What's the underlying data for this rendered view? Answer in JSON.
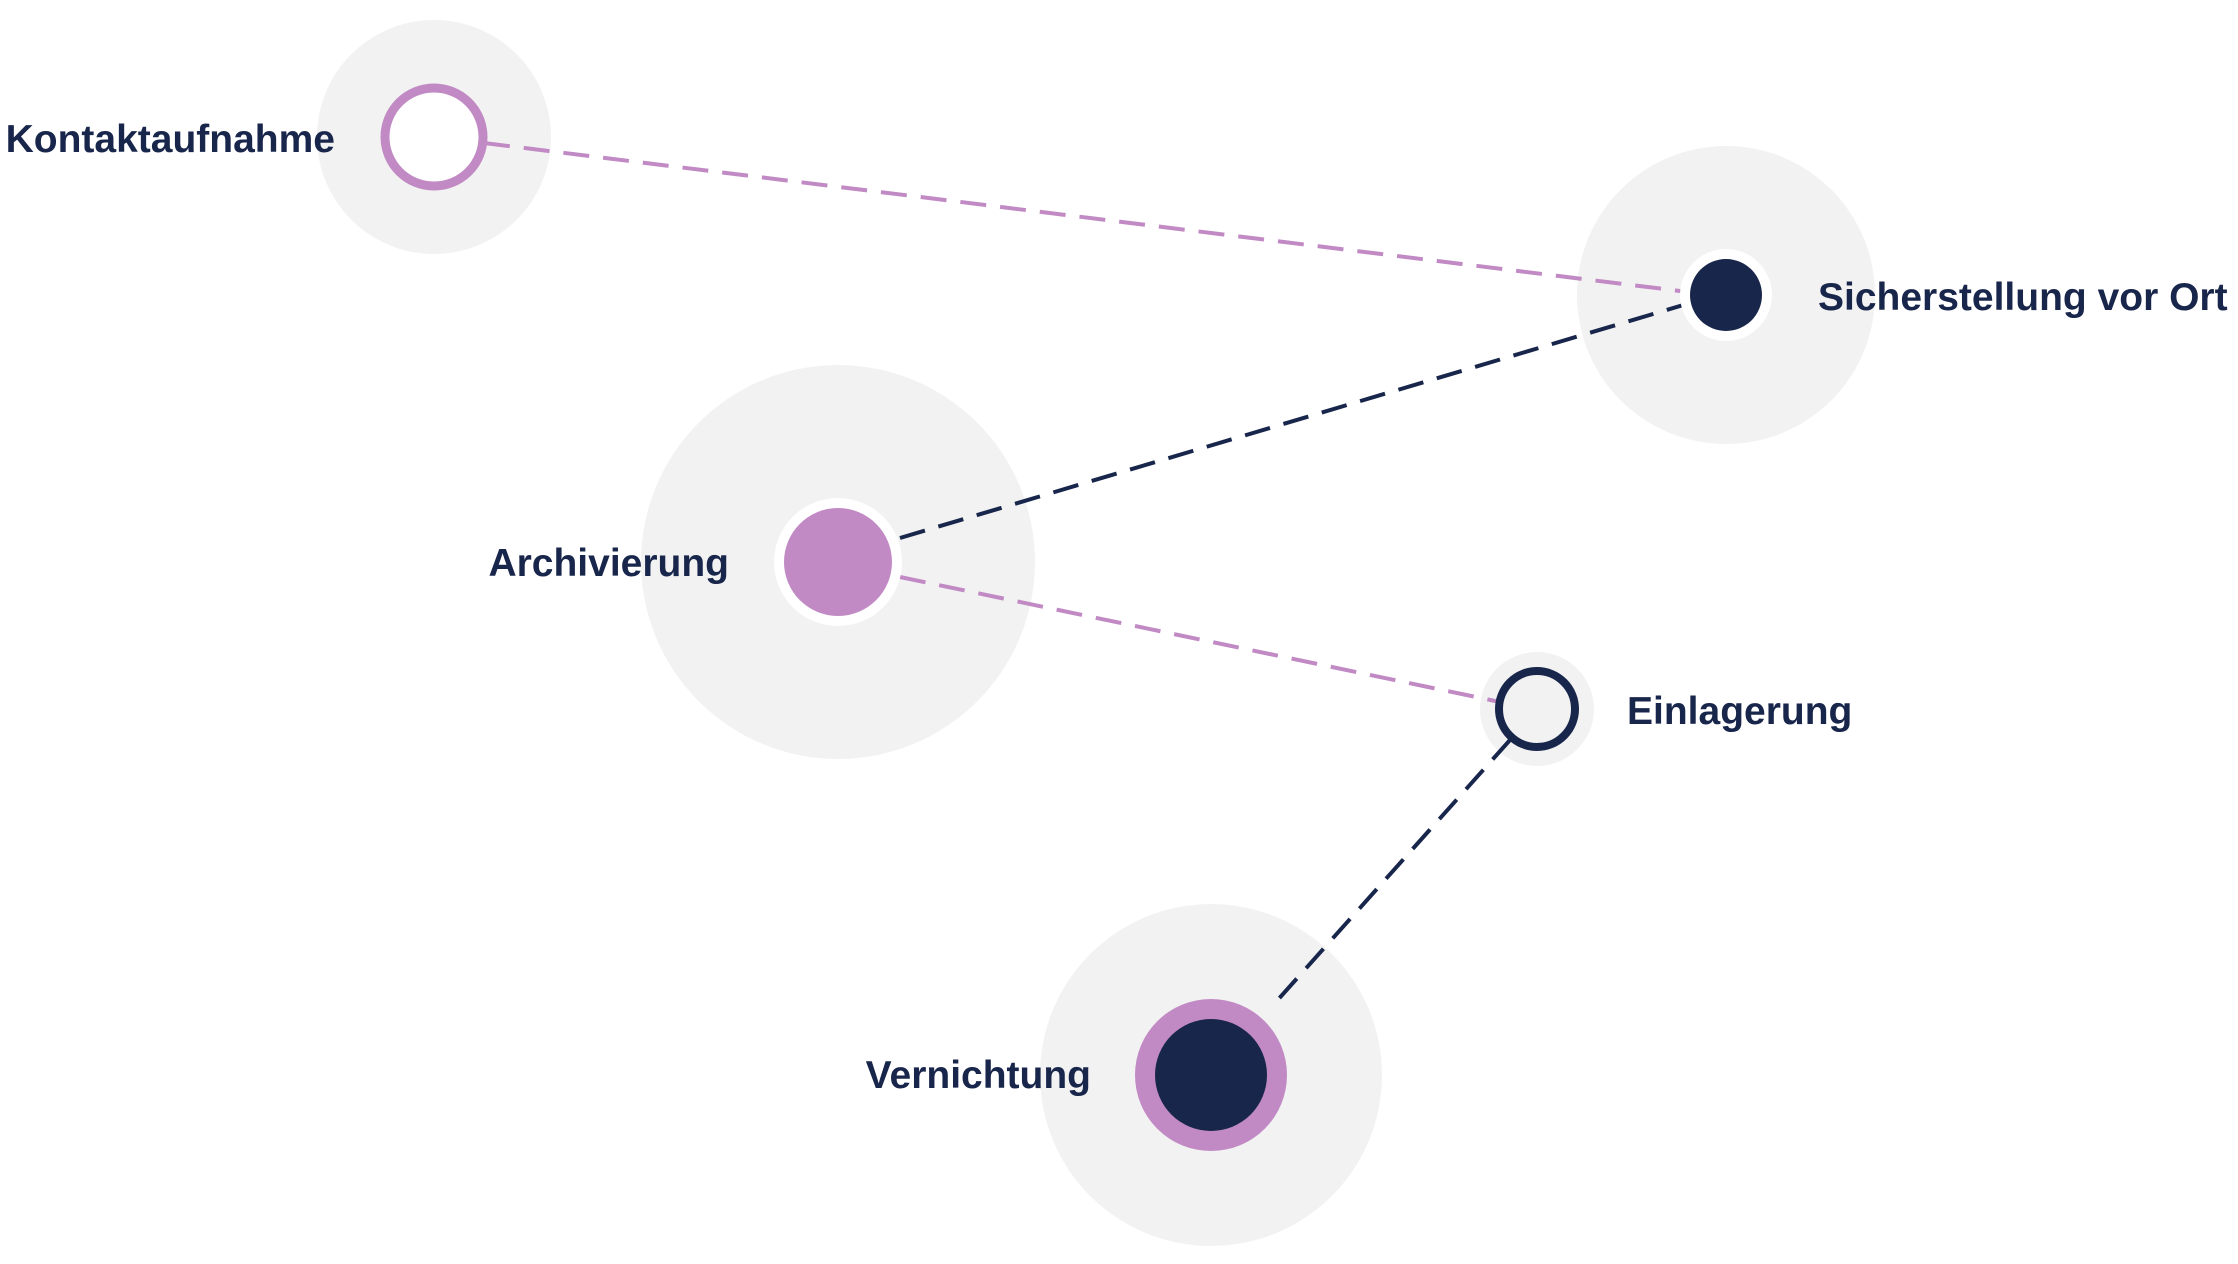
{
  "colors": {
    "halo": "#f2f2f2",
    "navy": "#19264b",
    "purple": "#c18ac4",
    "white": "#ffffff"
  },
  "nodes": {
    "kontaktaufnahme": {
      "label": "Kontaktaufnahme",
      "icon": "ring-purple-icon"
    },
    "sicherstellung": {
      "label": "Sicherstellung vor Ort",
      "icon": "dot-navy-icon"
    },
    "archivierung": {
      "label": "Archivierung",
      "icon": "dot-purple-icon"
    },
    "einlagerung": {
      "label": "Einlagerung",
      "icon": "ring-navy-icon"
    },
    "vernichtung": {
      "label": "Vernichtung",
      "icon": "dot-navy-ring-purple-icon"
    }
  },
  "connections": [
    {
      "from": "kontaktaufnahme",
      "to": "sicherstellung",
      "color": "#c18ac4"
    },
    {
      "from": "archivierung",
      "to": "sicherstellung",
      "color": "#19264b"
    },
    {
      "from": "archivierung",
      "to": "einlagerung",
      "color": "#c18ac4"
    },
    {
      "from": "einlagerung",
      "to": "vernichtung",
      "color": "#19264b"
    }
  ]
}
